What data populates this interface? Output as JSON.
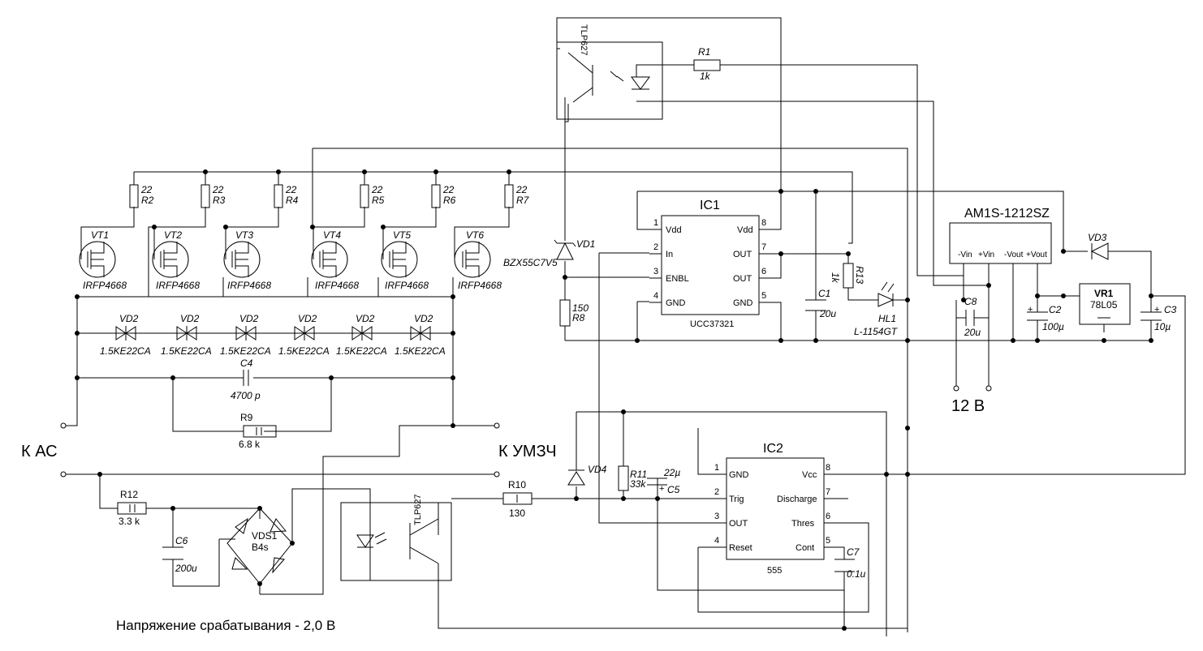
{
  "colors": {
    "wire": "#000000",
    "background": "#ffffff"
  },
  "mosfets": [
    {
      "ref": "VT1",
      "part": "IRFP4668"
    },
    {
      "ref": "VT2",
      "part": "IRFP4668"
    },
    {
      "ref": "VT3",
      "part": "IRFP4668"
    },
    {
      "ref": "VT4",
      "part": "IRFP4668"
    },
    {
      "ref": "VT5",
      "part": "IRFP4668"
    },
    {
      "ref": "VT6",
      "part": "IRFP4668"
    }
  ],
  "gate_resistors": [
    {
      "ref": "R2",
      "value": "22"
    },
    {
      "ref": "R3",
      "value": "22"
    },
    {
      "ref": "R4",
      "value": "22"
    },
    {
      "ref": "R5",
      "value": "22"
    },
    {
      "ref": "R6",
      "value": "22"
    },
    {
      "ref": "R7",
      "value": "22"
    }
  ],
  "tvs": [
    {
      "ref": "VD2",
      "part": "1.5KE22CA"
    },
    {
      "ref": "VD2",
      "part": "1.5KE22CA"
    },
    {
      "ref": "VD2",
      "part": "1.5KE22CA"
    },
    {
      "ref": "VD2",
      "part": "1.5KE22CA"
    },
    {
      "ref": "VD2",
      "part": "1.5KE22CA"
    },
    {
      "ref": "VD2",
      "part": "1.5KE22CA"
    }
  ],
  "parts": {
    "c4": {
      "ref": "C4",
      "value": "4700 p"
    },
    "r9": {
      "ref": "R9",
      "value": "6.8 k"
    },
    "r12": {
      "ref": "R12",
      "value": "3.3 k"
    },
    "c6": {
      "ref": "C6",
      "value": "200u"
    },
    "vds1": {
      "ref": "VDS1",
      "part": "B4s"
    },
    "opto1": {
      "part": "TLP627"
    },
    "opto2": {
      "part": "TLP627"
    },
    "r1": {
      "ref": "R1",
      "value": "1k"
    },
    "vd1": {
      "ref": "VD1",
      "part": "BZX55C7V5"
    },
    "r8": {
      "ref": "R8",
      "value": "150"
    },
    "c1": {
      "ref": "C1",
      "value": "20u"
    },
    "r13": {
      "ref": "R13",
      "value": "1k"
    },
    "hl1": {
      "ref": "HL1",
      "part": "L-1154GT"
    },
    "c8": {
      "ref": "C8",
      "value": "20u"
    },
    "c2": {
      "ref": "C2",
      "value": "100µ"
    },
    "c3": {
      "ref": "C3",
      "value": "10µ"
    },
    "vd3": {
      "ref": "VD3"
    },
    "vr1": {
      "ref": "VR1",
      "part": "78L05"
    },
    "r10": {
      "ref": "R10",
      "value": "130"
    },
    "vd4": {
      "ref": "VD4"
    },
    "r11": {
      "ref": "R11",
      "value": "33k"
    },
    "c5": {
      "ref": "C5",
      "value": "22µ"
    },
    "c7": {
      "ref": "C7",
      "value": "0.1u"
    }
  },
  "ic1": {
    "ref": "IC1",
    "part": "UCC37321",
    "left_pins": [
      {
        "num": "1",
        "name": "Vdd"
      },
      {
        "num": "2",
        "name": "In"
      },
      {
        "num": "3",
        "name": "ENBL"
      },
      {
        "num": "4",
        "name": "GND"
      }
    ],
    "right_pins": [
      {
        "num": "8",
        "name": "Vdd"
      },
      {
        "num": "7",
        "name": "OUT"
      },
      {
        "num": "6",
        "name": "OUT"
      },
      {
        "num": "5",
        "name": "GND"
      }
    ]
  },
  "ic2": {
    "ref": "IC2",
    "part": "555",
    "left_pins": [
      {
        "num": "1",
        "name": "GND"
      },
      {
        "num": "2",
        "name": "Trig"
      },
      {
        "num": "3",
        "name": "OUT"
      },
      {
        "num": "4",
        "name": "Reset"
      }
    ],
    "right_pins": [
      {
        "num": "8",
        "name": "Vcc"
      },
      {
        "num": "7",
        "name": "Discharge"
      },
      {
        "num": "6",
        "name": "Thres"
      },
      {
        "num": "5",
        "name": "Cont"
      }
    ]
  },
  "dcdc": {
    "part": "AM1S-1212SZ",
    "pins": [
      "-Vin",
      "+Vin",
      "-Vout",
      "+Vout"
    ]
  },
  "labels": {
    "ac": "К АС",
    "amp": "К УМЗЧ",
    "supply": "12 В",
    "trip": "Напряжение срабатывания - 2,0 В",
    "plus": "+"
  }
}
